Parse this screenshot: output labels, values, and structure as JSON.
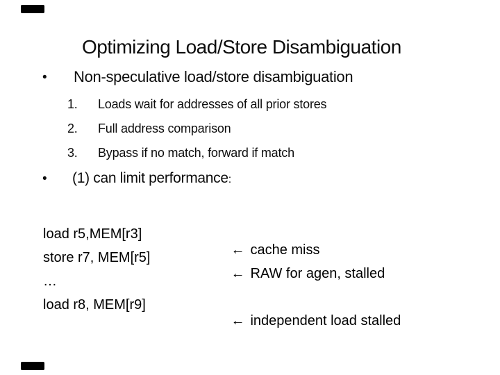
{
  "slide": {
    "background_color": "#ffffff",
    "text_color": "#000000",
    "corner_mark_color": "#000000",
    "bullet_glyph": "•",
    "arrow_glyph": "←",
    "title": "Optimizing Load/Store Disambiguation",
    "section1": {
      "heading": "Non-speculative load/store disambiguation",
      "items": [
        {
          "num": "1.",
          "text": "Loads wait for addresses of all prior stores"
        },
        {
          "num": "2.",
          "text": "Full address comparison"
        },
        {
          "num": "3.",
          "text": "Bypass if no match, forward if match"
        }
      ]
    },
    "section2": {
      "heading": "(1) can limit performance",
      "heading_colon": ":"
    },
    "code": {
      "lines": [
        {
          "instruction": "load r5,MEM[r3]",
          "comment": "cache miss"
        },
        {
          "instruction": "store r7, MEM[r5]",
          "comment": "RAW for agen, stalled"
        },
        {
          "instruction": "…"
        },
        {
          "instruction": "load r8, MEM[r9]",
          "comment": "independent load stalled"
        }
      ]
    }
  }
}
